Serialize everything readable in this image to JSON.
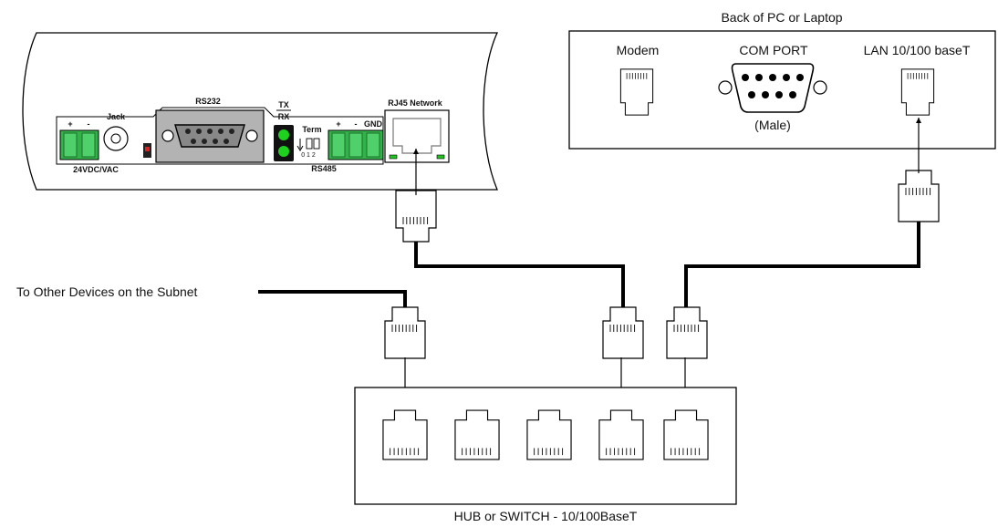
{
  "device": {
    "labels": {
      "plus": "+",
      "minus": "-",
      "jack": "Jack",
      "rs232": "RS232",
      "tx": "TX",
      "rx": "RX",
      "term": "Term",
      "term_nums": "0 1 2",
      "plus2": "+",
      "minus2": "-",
      "gnd": "GND",
      "rj45": "RJ45 Network",
      "power": "24VDC/VAC",
      "rs485": "RS485"
    },
    "colors": {
      "terminal": "#33b24a",
      "led": "#1fd11f",
      "red_led": "#e02020",
      "panel_gray": "#b3b3b3",
      "rj45_led": "#22c322"
    }
  },
  "pc": {
    "title": "Back of PC or Laptop",
    "modem": "Modem",
    "com_port": "COM PORT",
    "male": "(Male)",
    "lan": "LAN 10/100 baseT"
  },
  "subnet_label": "To Other Devices on the Subnet",
  "hub_label": "HUB or SWITCH  - 10/100BaseT"
}
